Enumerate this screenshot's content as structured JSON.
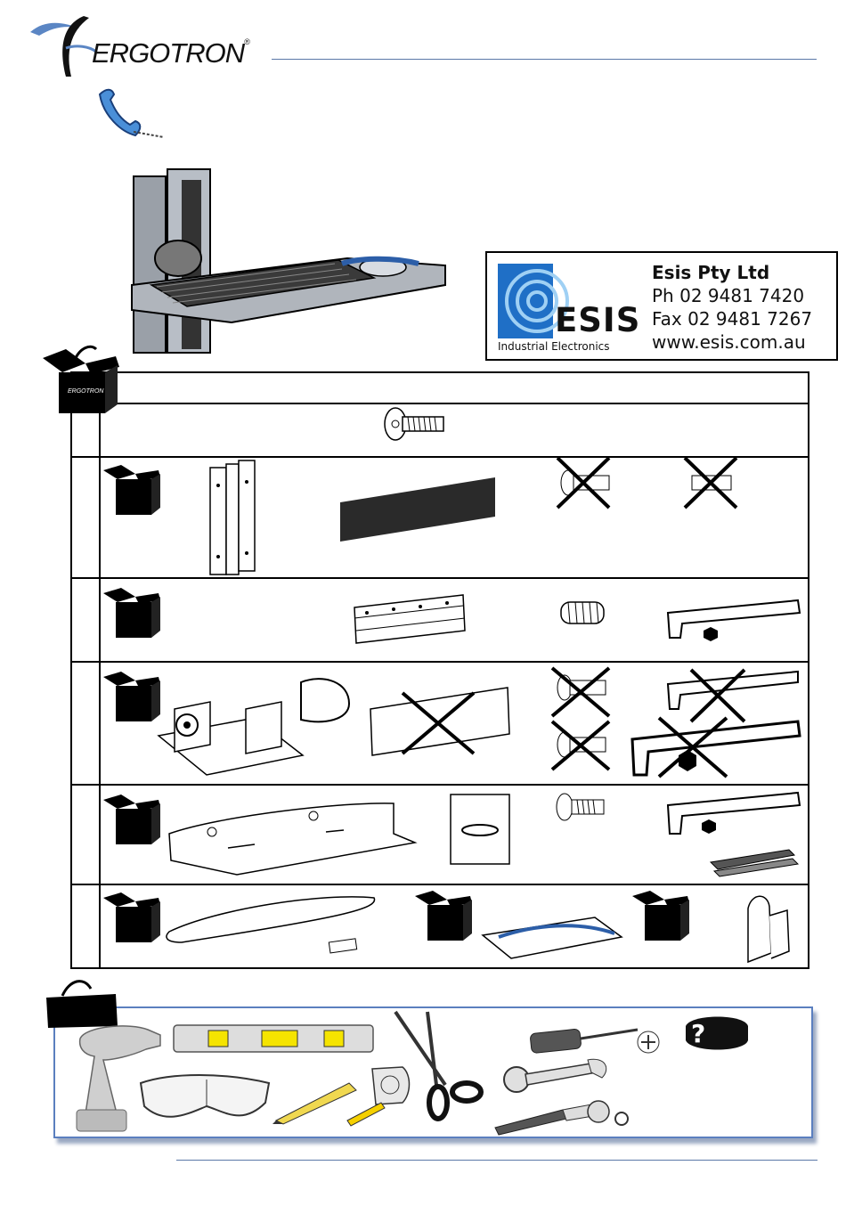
{
  "header": {
    "brand": "ERGOTRON",
    "registered": "®"
  },
  "dealer": {
    "logo_word": "ESIS",
    "logo_subtitle": "Industrial Electronics",
    "company": "Esis Pty Ltd",
    "phone": "Ph 02 9481 7420",
    "fax": "Fax 02 9481 7267",
    "website": "www.esis.com.au"
  },
  "box_label": "ERGOTRON",
  "footer": {
    "code": ""
  }
}
